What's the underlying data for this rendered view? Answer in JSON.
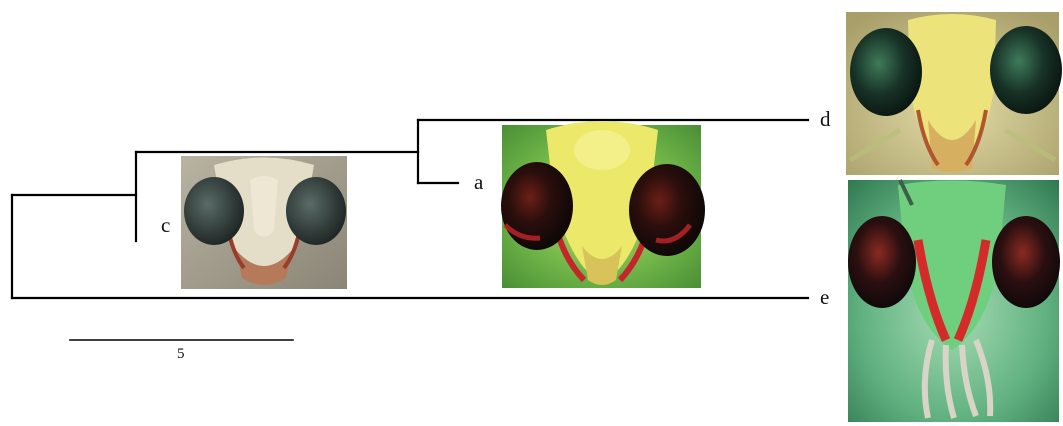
{
  "tree": {
    "taxon_labels": {
      "a": "a",
      "c": "c",
      "d": "d",
      "e": "e"
    },
    "scale_bar_label": "5"
  },
  "photos": [
    {
      "taxon": "c",
      "head_color": "#e2dcc4",
      "eye_color": "#3b4a46",
      "background": "#a09a8a"
    },
    {
      "taxon": "a",
      "head_color": "#e8e466",
      "eye_color": "#2a1a16",
      "background": "#7fbf4a"
    },
    {
      "taxon": "d",
      "head_color": "#e6e070",
      "eye_color": "#1e3d2c",
      "background": "#c9c08a"
    },
    {
      "taxon": "e",
      "head_color": "#6fc77a",
      "eye_color": "#2b1a1c",
      "background": "#7fc59a"
    }
  ]
}
